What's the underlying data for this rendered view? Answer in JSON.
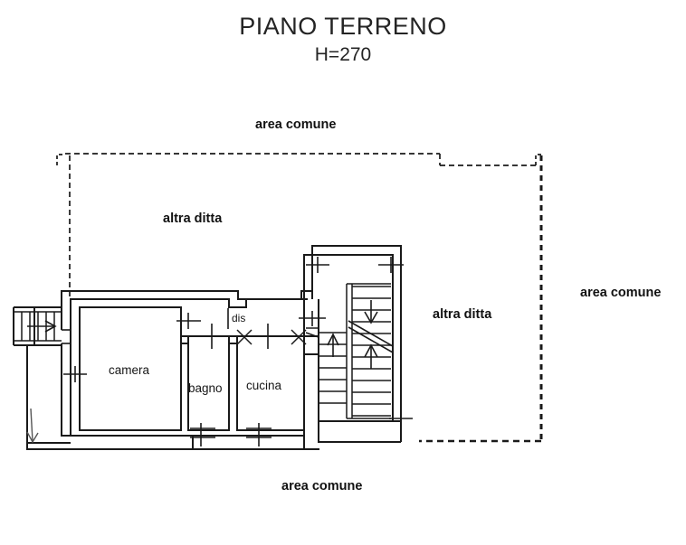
{
  "title": {
    "main": "PIANO TERRENO",
    "subtitle": "H=270"
  },
  "labels": {
    "area_comune_top": "area comune",
    "area_comune_right": "area comune",
    "area_comune_bottom": "area comune",
    "altra_ditta_top": "altra ditta",
    "altra_ditta_right": "altra ditta"
  },
  "rooms": [
    {
      "name": "camera",
      "label": "camera"
    },
    {
      "name": "bagno",
      "label": "bagno"
    },
    {
      "name": "cucina",
      "label": "cucina"
    },
    {
      "name": "dis",
      "label": "dis"
    }
  ],
  "colors": {
    "ink": "#111111",
    "background": "#ffffff",
    "boundary": "#1a1a1a"
  }
}
